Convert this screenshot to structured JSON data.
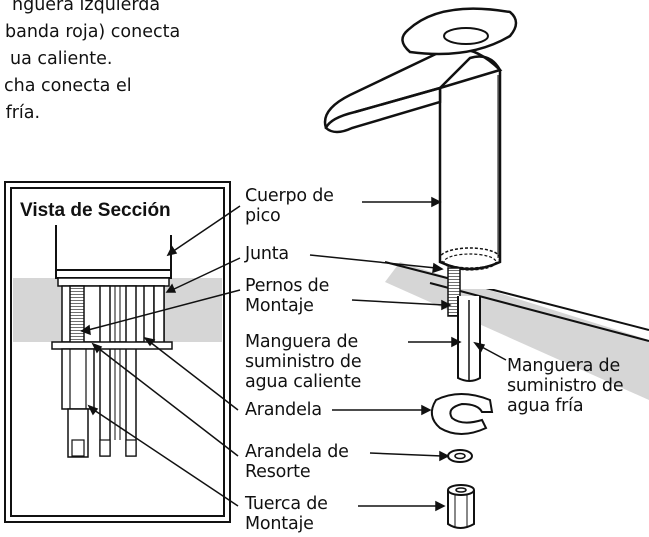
{
  "intro_lines": [
    "nguera izquierda",
    "banda roja) conecta",
    "ua caliente.",
    "cha conecta el",
    " fría."
  ],
  "section_view_title": "Vista de Sección",
  "labels": {
    "cuerpo_de_pico": [
      "Cuerpo de",
      "pico"
    ],
    "junta": "Junta",
    "pernos_de_montaje": [
      "Pernos de",
      "Montaje"
    ],
    "manguera_caliente": [
      "Manguera de",
      "suministro de",
      "agua caliente"
    ],
    "manguera_fria": [
      "Manguera de",
      "suministro de",
      "agua fría"
    ],
    "arandela": "Arandela",
    "arandela_de_resorte": [
      "Arandela de",
      "Resorte"
    ],
    "tuerca_de_montaje": [
      "Tuerca de",
      "Montaje"
    ]
  }
}
